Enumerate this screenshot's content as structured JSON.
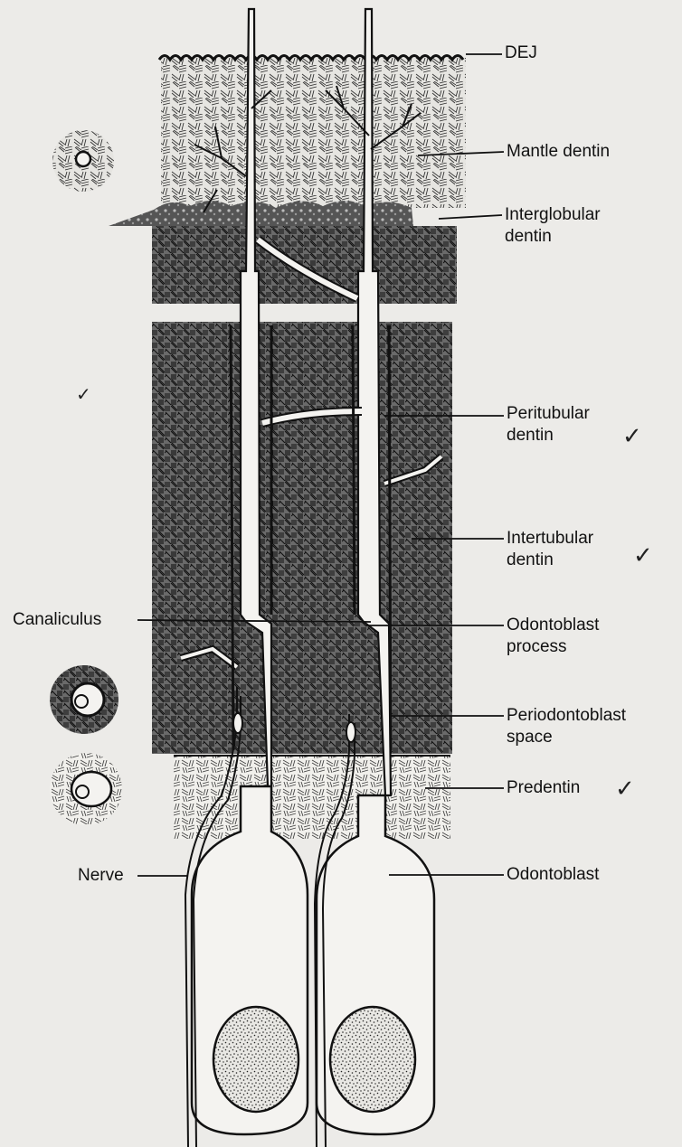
{
  "labels": {
    "dej": "DEJ",
    "mantle_dentin": "Mantle dentin",
    "interglobular_1": "Interglobular",
    "interglobular_2": "dentin",
    "peritubular_1": "Peritubular",
    "peritubular_2": "dentin",
    "intertubular_1": "Intertubular",
    "intertubular_2": "dentin",
    "canaliculus": "Canaliculus",
    "odontoblast_process_1": "Odontoblast",
    "odontoblast_process_2": "process",
    "periodontoblast_1": "Periodontoblast",
    "periodontoblast_2": "space",
    "predentin": "Predentin",
    "nerve": "Nerve",
    "odontoblast": "Odontoblast"
  },
  "tick_marks": {
    "peritubular": "✓",
    "intertubular": "✓",
    "predentin": "✓",
    "left_margin": "✓"
  },
  "colors": {
    "paper": "#ecebe8",
    "ink": "#111111",
    "dentin_dark": "#2a2a2a",
    "dentin_light": "#8a8a8a",
    "cell_fill": "#f4f3f0"
  }
}
